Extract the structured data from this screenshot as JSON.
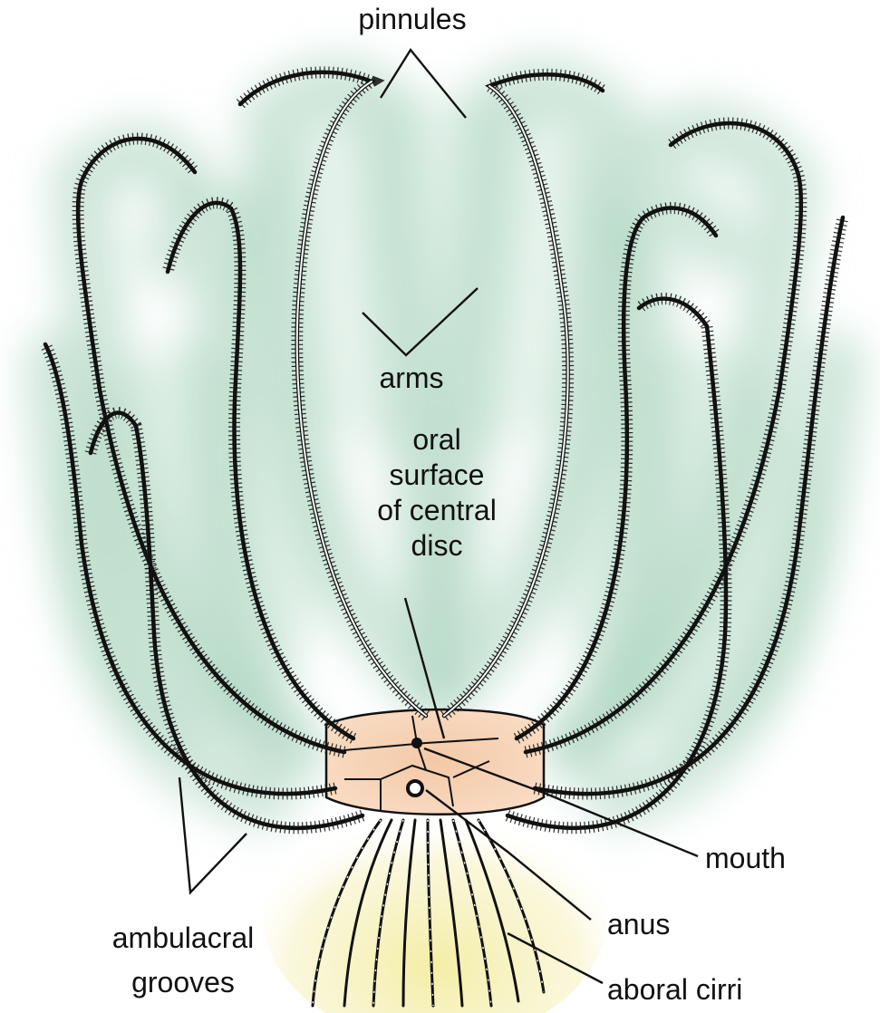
{
  "labels": {
    "pinnules": "pinnules",
    "arms": "arms",
    "oral_surface": [
      "oral",
      "surface",
      "of central",
      "disc"
    ],
    "mouth": "mouth",
    "anus": "anus",
    "aboral_cirri": "aboral cirri",
    "ambulacral_grooves": [
      "ambulacral",
      "grooves"
    ]
  },
  "colors": {
    "arm_glow": "#a9d3bd",
    "central_disc": "#f6d2b4",
    "cirri_glow": "#f3eda0",
    "line": "#111111"
  }
}
